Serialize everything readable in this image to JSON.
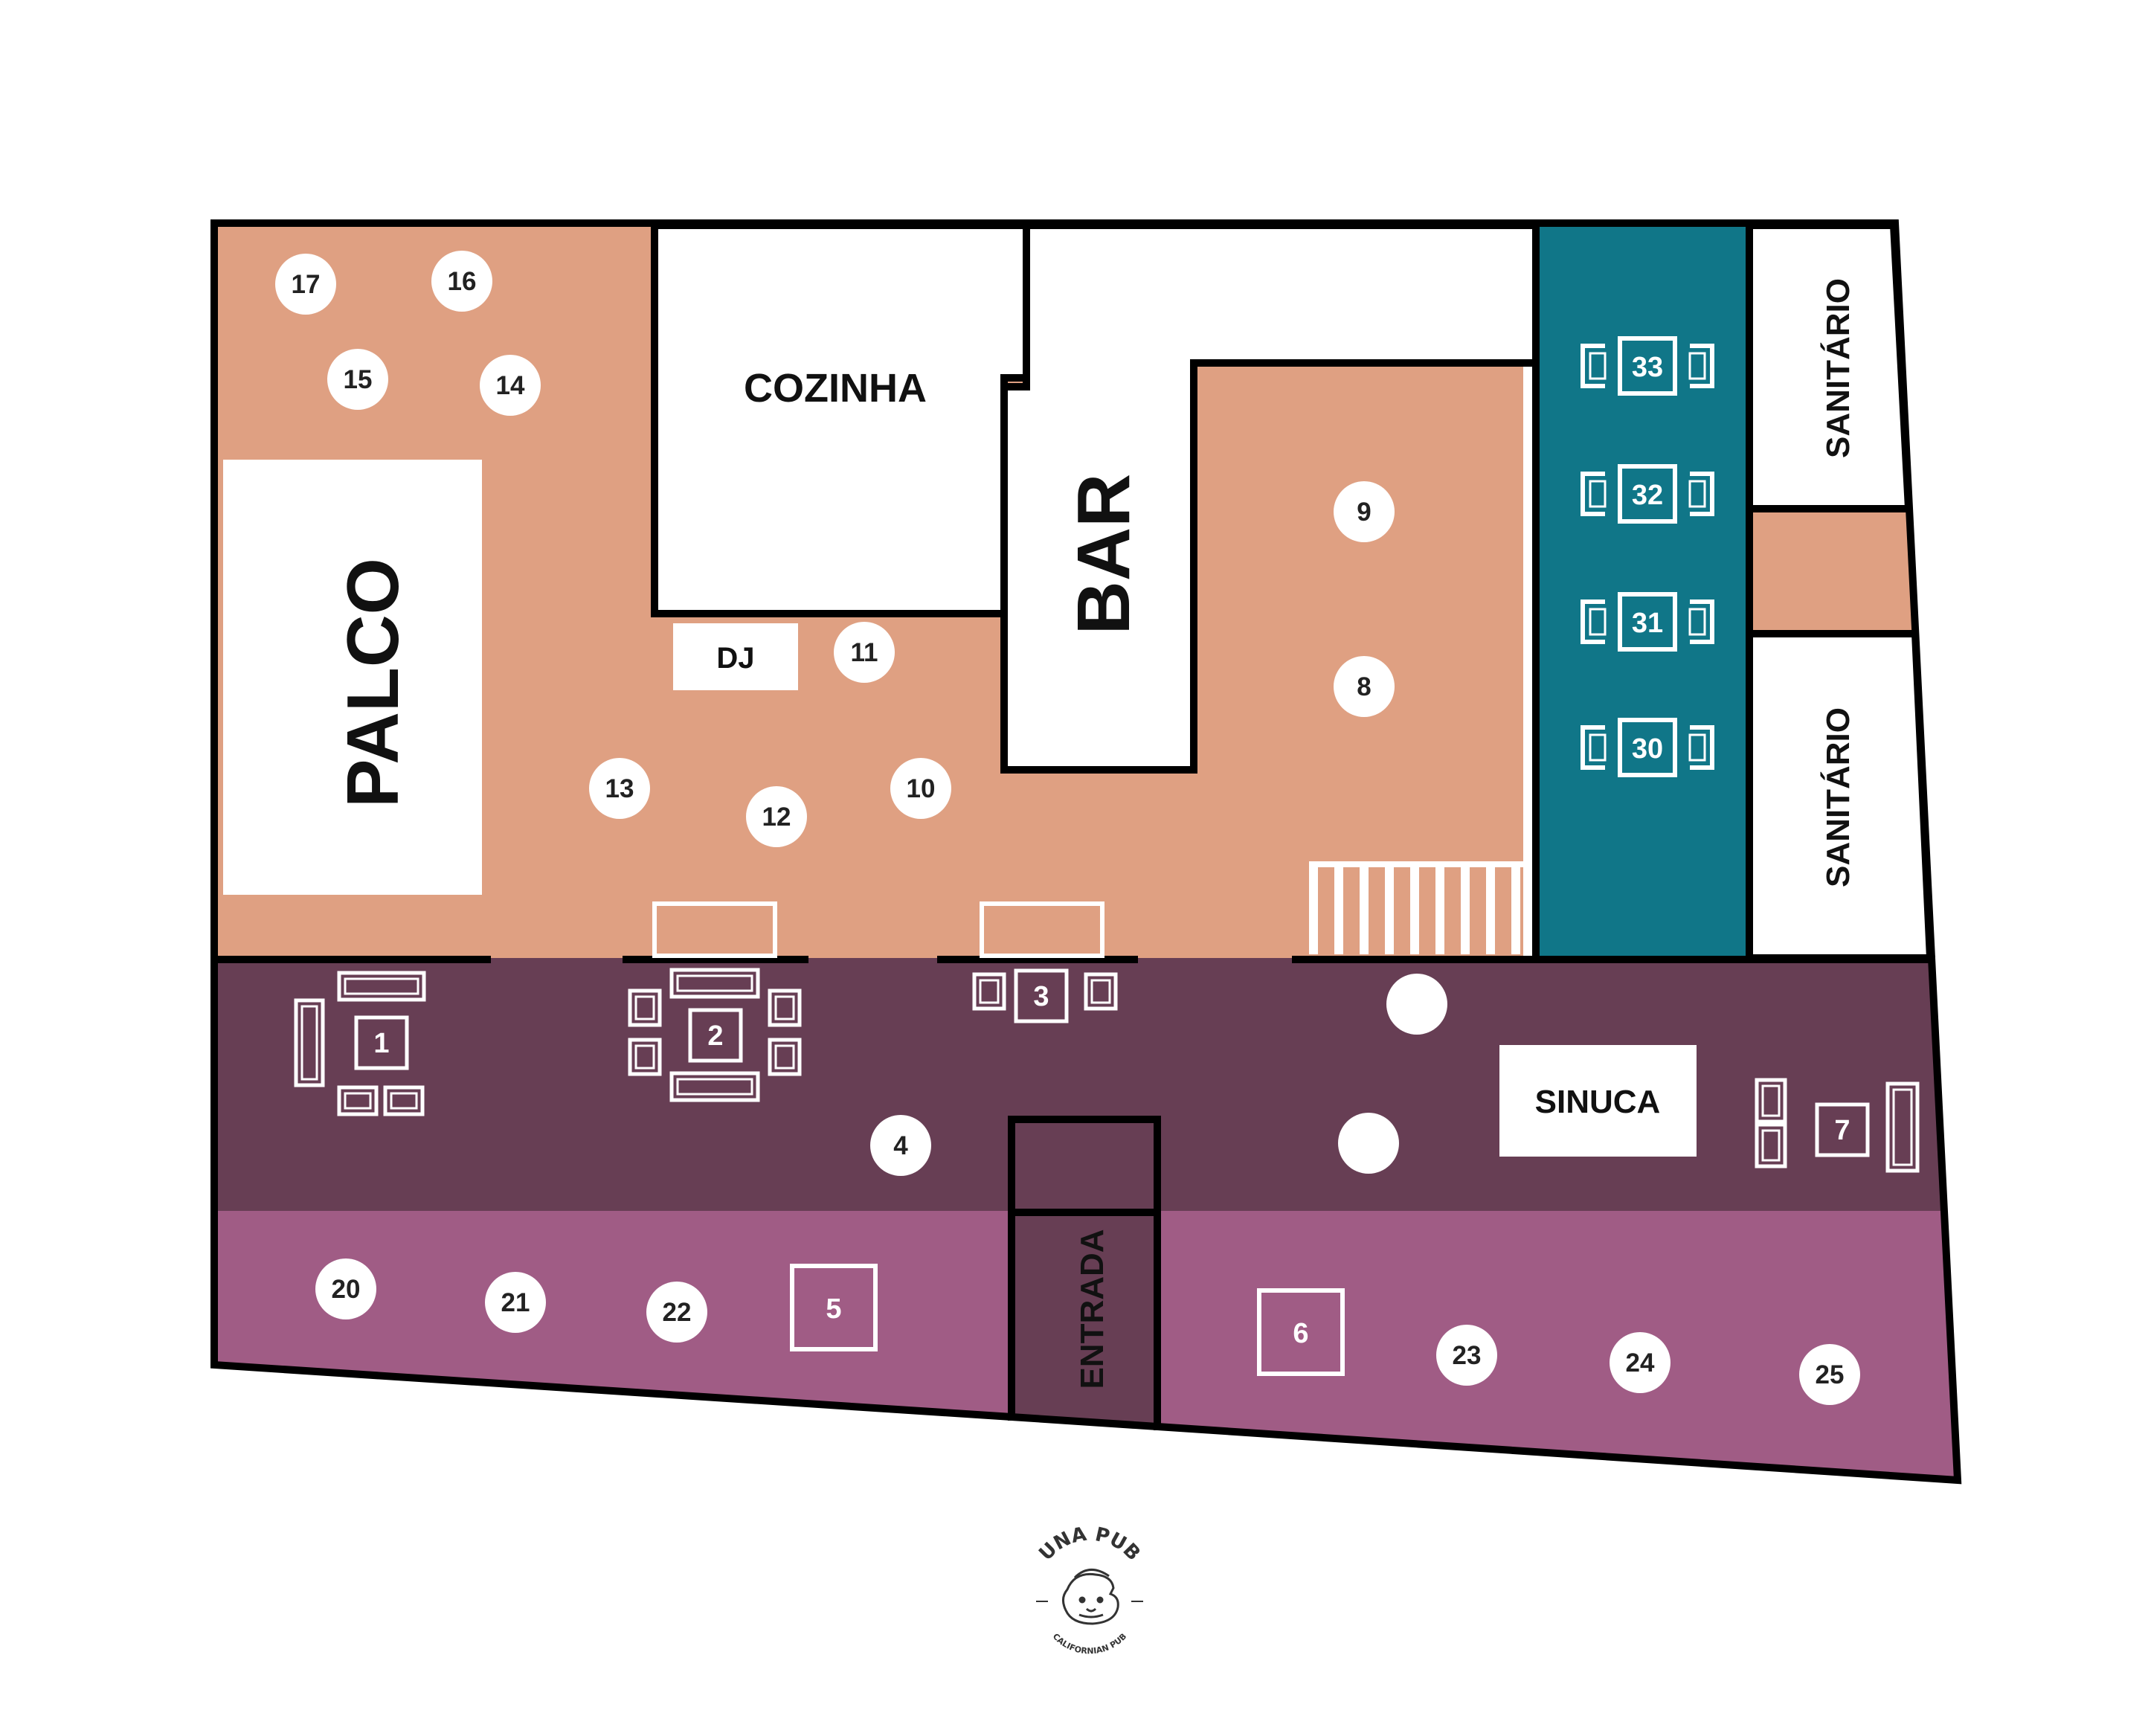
{
  "colors": {
    "salon": "#dfa082",
    "lounge": "#673e54",
    "terrace": "#a05c85",
    "teal": "#107688",
    "wall": "#000000",
    "room": "#ffffff"
  },
  "areas": {
    "stage": "PALCO",
    "kitchen": "COZINHA",
    "bar": "BAR",
    "dj": "DJ",
    "restroom_top": "SANITÁRIO",
    "restroom_bottom": "SANITÁRIO",
    "pool": "SINUCA",
    "entrance": "ENTRADA"
  },
  "tables": {
    "salon": [
      "17",
      "16",
      "15",
      "14",
      "13",
      "12",
      "11",
      "10",
      "9",
      "8"
    ],
    "lounge_round": [
      "4"
    ],
    "lounge_sofa": [
      "1",
      "2",
      "3",
      "7"
    ],
    "terrace_round": [
      "20",
      "21",
      "22",
      "23",
      "24",
      "25"
    ],
    "terrace_square": [
      "5",
      "6"
    ],
    "teal": [
      "33",
      "32",
      "31",
      "30"
    ]
  },
  "logo": {
    "name": "UNA PUB",
    "tagline": "CALIFORNIAN PUB"
  }
}
